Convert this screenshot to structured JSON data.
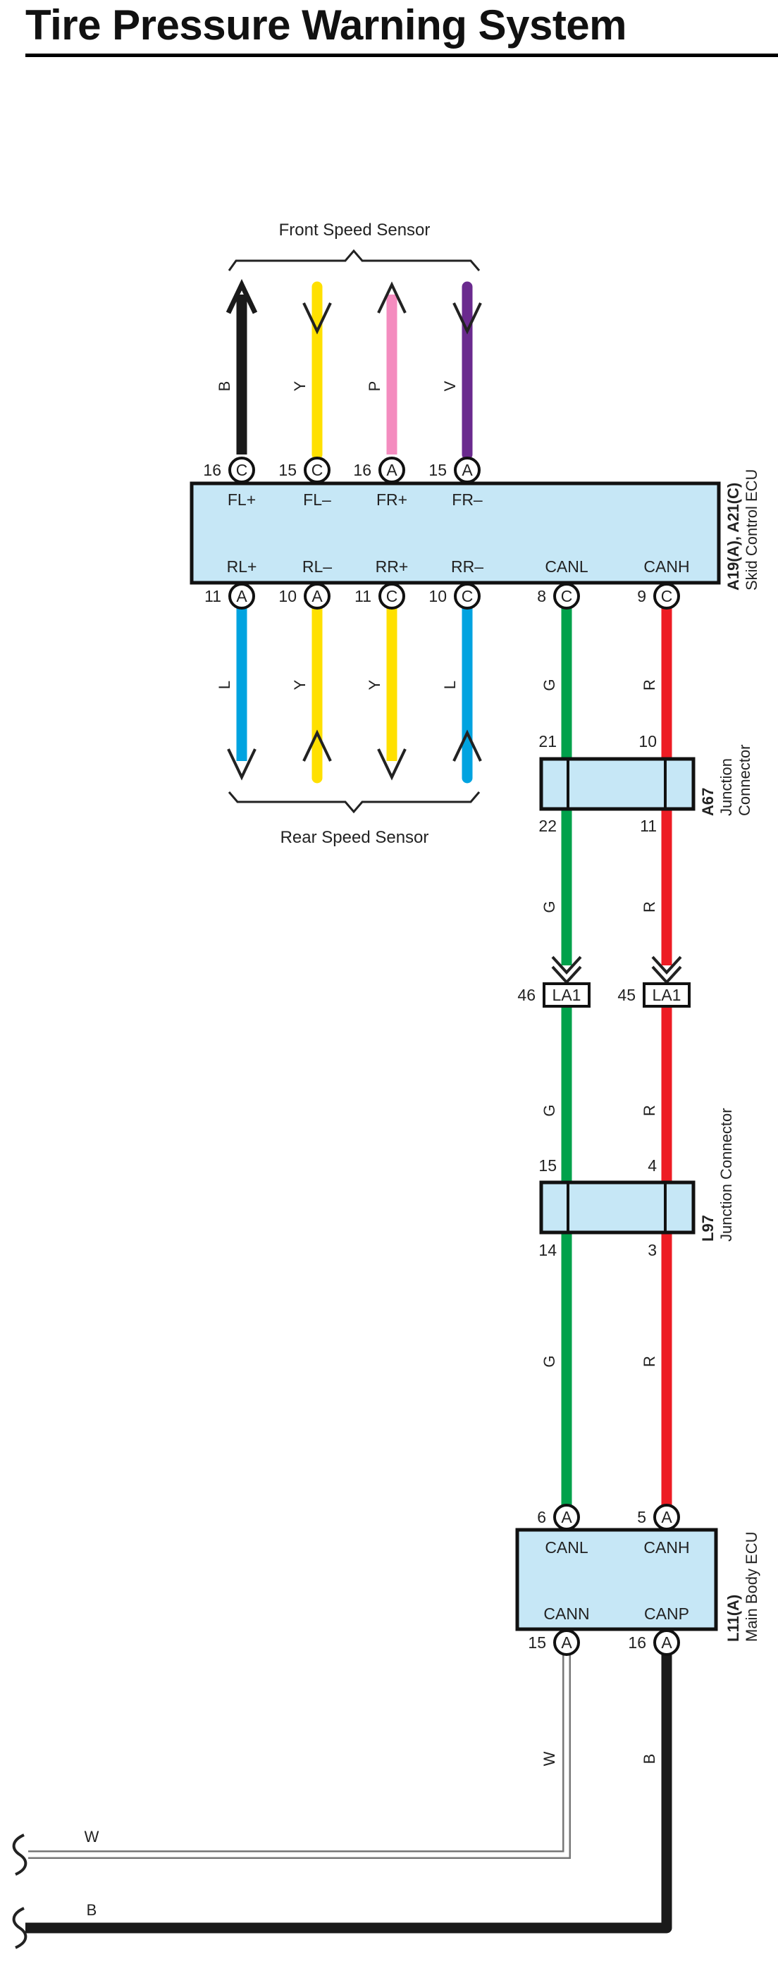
{
  "title": "Tire Pressure Warning System",
  "front_sensor": {
    "label": "Front Speed Sensor"
  },
  "rear_sensor": {
    "label": "Rear Speed Sensor"
  },
  "skid_ecu": {
    "code": "A19(A), A21(C)",
    "name": "Skid Control ECU",
    "top_pins": [
      {
        "num": "16",
        "conn": "C",
        "term": "FL+",
        "wire": "B",
        "color": "#1a1a1a"
      },
      {
        "num": "15",
        "conn": "C",
        "term": "FL–",
        "wire": "Y",
        "color": "#ffe000"
      },
      {
        "num": "16",
        "conn": "A",
        "term": "FR+",
        "wire": "P",
        "color": "#f48cbf"
      },
      {
        "num": "15",
        "conn": "A",
        "term": "FR–",
        "wire": "V",
        "color": "#6a2a8e"
      }
    ],
    "bottom_pins": [
      {
        "num": "11",
        "conn": "A",
        "term": "RL+",
        "wire": "L",
        "color": "#00a3e0"
      },
      {
        "num": "10",
        "conn": "A",
        "term": "RL–",
        "wire": "Y",
        "color": "#ffe000"
      },
      {
        "num": "11",
        "conn": "C",
        "term": "RR+",
        "wire": "Y",
        "color": "#ffe000"
      },
      {
        "num": "10",
        "conn": "C",
        "term": "RR–",
        "wire": "L",
        "color": "#00a3e0"
      },
      {
        "num": "8",
        "conn": "C",
        "term": "CANL",
        "wire": "G",
        "color": "#00a14b"
      },
      {
        "num": "9",
        "conn": "C",
        "term": "CANH",
        "wire": "R",
        "color": "#ed1c24"
      }
    ]
  },
  "a67": {
    "code": "A67",
    "name_line1": "Junction",
    "name_line2": "Connector",
    "pins_top": [
      "21",
      "10"
    ],
    "pins_bottom": [
      "22",
      "11"
    ]
  },
  "la1": {
    "label": "LA1",
    "pins": [
      "46",
      "45"
    ]
  },
  "l97": {
    "code": "L97",
    "name": "Junction Connector",
    "pins_top": [
      "15",
      "4"
    ],
    "pins_bottom": [
      "14",
      "3"
    ]
  },
  "body_ecu": {
    "code": "L11(A)",
    "name": "Main Body ECU",
    "top_pins": [
      {
        "num": "6",
        "conn": "A",
        "term": "CANL"
      },
      {
        "num": "5",
        "conn": "A",
        "term": "CANH"
      }
    ],
    "bottom_pins": [
      {
        "num": "15",
        "conn": "A",
        "term": "CANN",
        "wire": "W"
      },
      {
        "num": "16",
        "conn": "A",
        "term": "CANP",
        "wire": "B"
      }
    ]
  },
  "wire_labels": {
    "can_l": "G",
    "can_h": "R",
    "canp_bottom": "B",
    "cann_bottom": "W"
  },
  "colors": {
    "ecu_fill": "#c6e7f6",
    "black": "#1a1a1a",
    "yellow": "#ffe000",
    "pink": "#f48cbf",
    "violet": "#6a2a8e",
    "blue": "#00a3e0",
    "green": "#00a14b",
    "red": "#ed1c24",
    "white_wire": "#ffffff"
  }
}
